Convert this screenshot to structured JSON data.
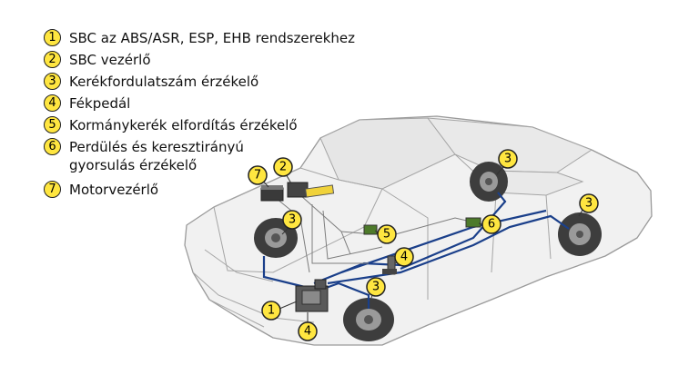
{
  "legend": [
    {
      "num": "1",
      "text": "SBC az ABS/ASR, ESP, EHB rendszerekhez"
    },
    {
      "num": "2",
      "text": "SBC vezérlő"
    },
    {
      "num": "3",
      "text": "Kerékfordulatszám érzékelő"
    },
    {
      "num": "4",
      "text": "Fékpedál"
    },
    {
      "num": "5",
      "text": "Kormánykerék elfordítás érzékelő"
    },
    {
      "num": "6",
      "text": "Perdülés és keresztirányú\ngyorsulás érzékelő"
    },
    {
      "num": "7",
      "text": "Motorvezérlő"
    }
  ],
  "callouts": {
    "c7": "7",
    "c2": "2",
    "c3_front_left": "3",
    "c5": "5",
    "c4_pedal": "4",
    "c6": "6",
    "c3_rear_left": "3",
    "c3_rear_right": "3",
    "c3_front_right": "3",
    "c1": "1",
    "c4_unit": "4"
  },
  "colors": {
    "badge": "#ffe640",
    "brake_line": "#1a3f8a",
    "car_outline": "#9a9a9a",
    "car_fill": "#f1f1f1"
  }
}
